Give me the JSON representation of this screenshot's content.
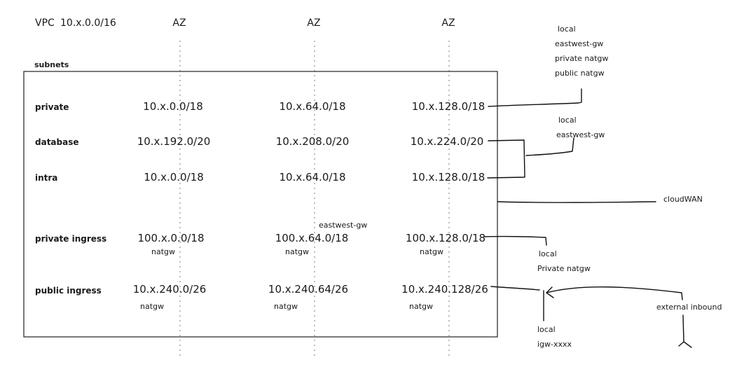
{
  "vpc": {
    "label": "VPC",
    "cidr": "10.x.0.0/16"
  },
  "az_headers": [
    "AZ",
    "AZ",
    "AZ"
  ],
  "subnets_label": "subnets",
  "rows": [
    {
      "label": "private",
      "cidrs": [
        "10.x.0.0/18",
        "10.x.64.0/18",
        "10.x.128.0/18"
      ]
    },
    {
      "label": "database",
      "cidrs": [
        "10.x.192.0/20",
        "10.x.208.0/20",
        "10.x.224.0/20"
      ]
    },
    {
      "label": "intra",
      "cidrs": [
        "10.x.0.0/18",
        "10.x.64.0/18",
        "10.x.128.0/18"
      ]
    },
    {
      "label": "private ingress",
      "cidrs": [
        "100.x.0.0/18",
        "100.x.64.0/18",
        "100.x.128.0/18"
      ],
      "sub": [
        "natgw",
        "natgw",
        "natgw"
      ]
    },
    {
      "label": "public ingress",
      "cidrs": [
        "10.x.240.0/26",
        "10.x.240.64/26",
        "10.x.240.128/26"
      ],
      "sub": [
        "natgw",
        "natgw",
        "natgw"
      ]
    }
  ],
  "eastwest_note": "eastwest-gw",
  "route_notes": {
    "private": [
      "local",
      "eastwest-gw",
      "private natgw",
      "public natgw"
    ],
    "database_intra": [
      "local",
      "eastwest-gw"
    ],
    "cloudwan": "cloudWAN",
    "private_ingress": [
      "local",
      "Private natgw"
    ],
    "public_ingress": [
      "local",
      "igw-xxxx"
    ],
    "external": "external inbound"
  }
}
